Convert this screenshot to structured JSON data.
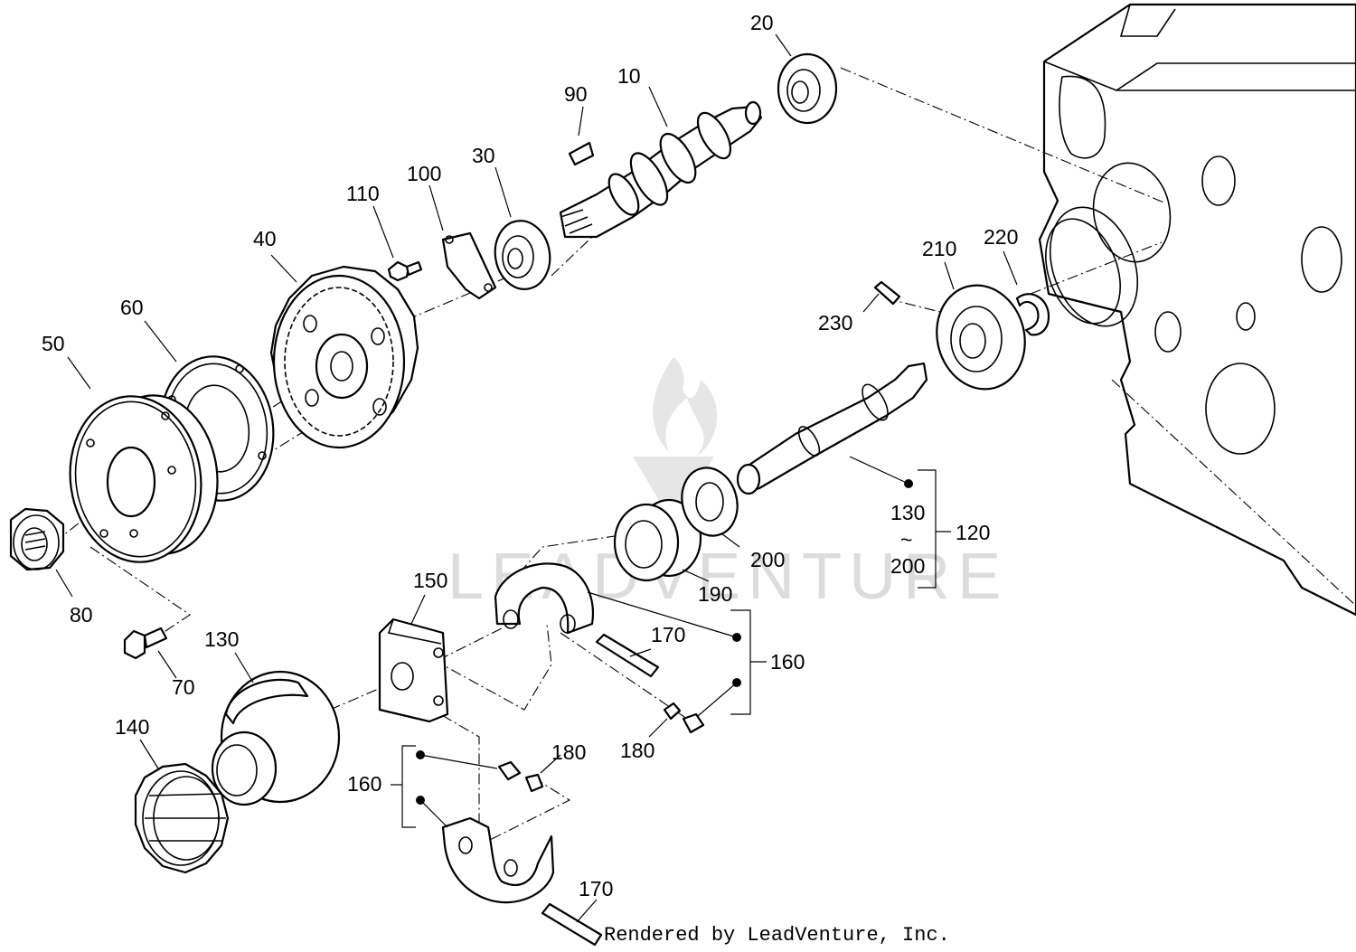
{
  "diagram": {
    "labels": {
      "p10": "10",
      "p20": "20",
      "p30": "30",
      "p40": "40",
      "p50": "50",
      "p60": "60",
      "p70": "70",
      "p80": "80",
      "p90": "90",
      "p100": "100",
      "p110": "110",
      "p120": "120",
      "p130a": "130",
      "p130b": "130",
      "p140": "140",
      "p150": "150",
      "p160a": "160",
      "p160b": "160",
      "p170a": "170",
      "p170b": "170",
      "p180a": "180",
      "p180b": "180",
      "p190": "190",
      "p200a": "200",
      "p200b": "200",
      "p210": "210",
      "p220": "220",
      "p230": "230",
      "tilde": "~"
    },
    "watermark": "LEADVENTURE",
    "credit": "Rendered by LeadVenture, Inc."
  },
  "colors": {
    "line": "#000000",
    "background": "#ffffff",
    "watermark": "#dcdcdc"
  }
}
